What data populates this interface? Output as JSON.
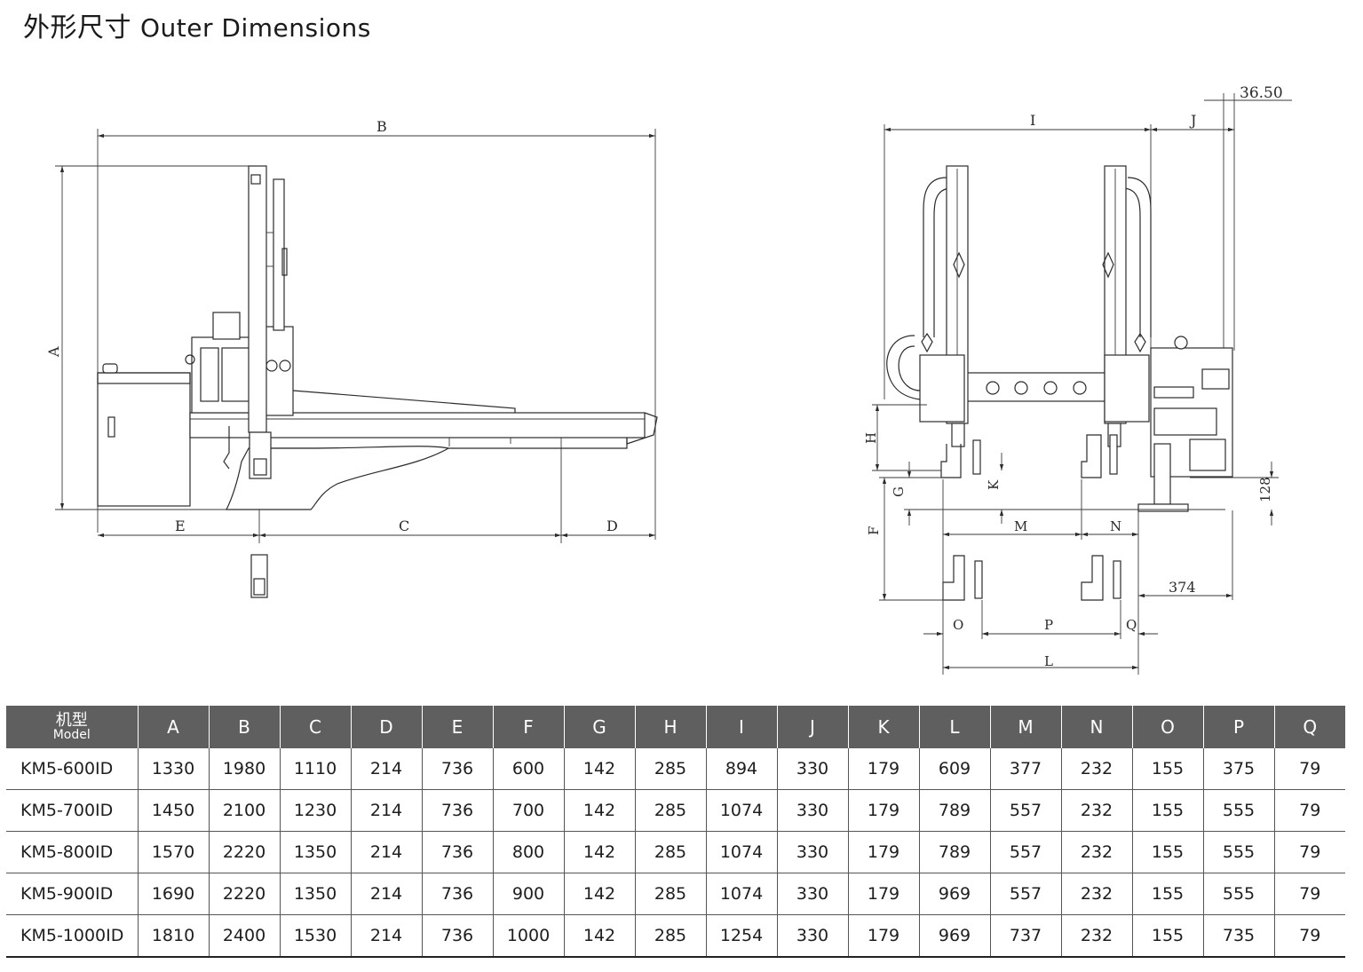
{
  "title": {
    "zh": "外形尺寸",
    "en": "Outer Dimensions"
  },
  "drawing_labels": {
    "A": "A",
    "B": "B",
    "C": "C",
    "D": "D",
    "E": "E",
    "F": "F",
    "G": "G",
    "H": "H",
    "I": "I",
    "J": "J",
    "K": "K",
    "L": "L",
    "M": "M",
    "N": "N",
    "O": "O",
    "P": "P",
    "Q": "Q",
    "dim_3650": "36.50",
    "dim_128": "128",
    "dim_374": "374"
  },
  "table": {
    "model_header_zh": "机型",
    "model_header_en": "Model",
    "columns": [
      "A",
      "B",
      "C",
      "D",
      "E",
      "F",
      "G",
      "H",
      "I",
      "J",
      "K",
      "L",
      "M",
      "N",
      "O",
      "P",
      "Q"
    ],
    "rows": [
      {
        "model": "KM5-600ID",
        "values": [
          "1330",
          "1980",
          "1110",
          "214",
          "736",
          "600",
          "142",
          "285",
          "894",
          "330",
          "179",
          "609",
          "377",
          "232",
          "155",
          "375",
          "79"
        ]
      },
      {
        "model": "KM5-700ID",
        "values": [
          "1450",
          "2100",
          "1230",
          "214",
          "736",
          "700",
          "142",
          "285",
          "1074",
          "330",
          "179",
          "789",
          "557",
          "232",
          "155",
          "555",
          "79"
        ]
      },
      {
        "model": "KM5-800ID",
        "values": [
          "1570",
          "2220",
          "1350",
          "214",
          "736",
          "800",
          "142",
          "285",
          "1074",
          "330",
          "179",
          "789",
          "557",
          "232",
          "155",
          "555",
          "79"
        ]
      },
      {
        "model": "KM5-900ID",
        "values": [
          "1690",
          "2220",
          "1350",
          "214",
          "736",
          "900",
          "142",
          "285",
          "1074",
          "330",
          "179",
          "969",
          "557",
          "232",
          "155",
          "555",
          "79"
        ]
      },
      {
        "model": "KM5-1000ID",
        "values": [
          "1810",
          "2400",
          "1530",
          "214",
          "736",
          "1000",
          "142",
          "285",
          "1254",
          "330",
          "179",
          "969",
          "737",
          "232",
          "155",
          "735",
          "79"
        ]
      }
    ]
  }
}
